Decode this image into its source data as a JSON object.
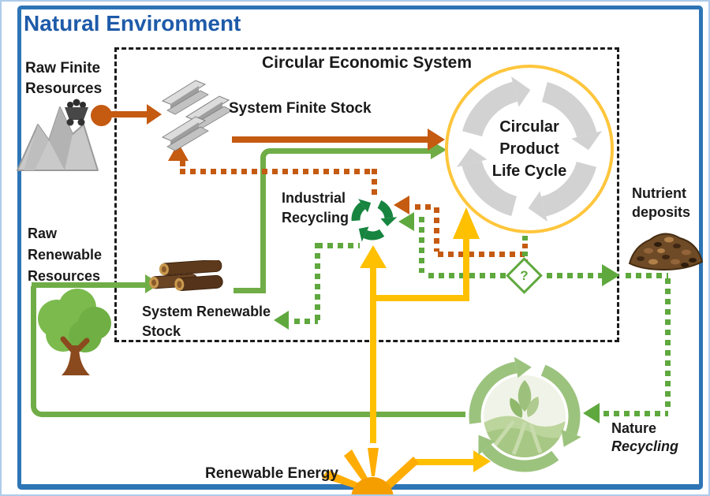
{
  "title": "Natural Environment",
  "system_box": {
    "title": "Circular Economic System"
  },
  "nodes": {
    "raw_finite": {
      "lines": [
        "Raw Finite",
        "Resources"
      ]
    },
    "system_finite": {
      "label": "System Finite Stock"
    },
    "product_cycle": {
      "lines": [
        "Circular",
        "Product",
        "Life Cycle"
      ]
    },
    "industrial_recycling": {
      "lines": [
        "Industrial",
        "Recycling"
      ]
    },
    "nutrient_deposits": {
      "lines": [
        "Nutrient",
        "deposits"
      ]
    },
    "raw_renewable": {
      "lines": [
        "Raw",
        "Renewable",
        "Resources"
      ]
    },
    "system_renewable": {
      "lines": [
        "System Renewable",
        "Stock"
      ]
    },
    "nature_recycling": {
      "lines": [
        "Nature",
        "Recycling"
      ]
    },
    "renewable_energy": {
      "label": "Renewable Energy"
    },
    "decision": {
      "label": "?"
    }
  },
  "icons": {
    "mountain": "mountain-with-mine-cart-icon",
    "steel_beams": "steel-beams-icon",
    "recycling": "recycling-arrows-icon",
    "logs": "wood-logs-icon",
    "tree": "tree-icon",
    "nutrients": "nutrient-pile-icon",
    "sun": "sun-icon",
    "product_ring": "circular-arrows-ring-icon",
    "nature_ring": "nature-cycle-ring-icon"
  },
  "colors": {
    "finite_flow": "#C55A11",
    "renewable_flow": "#70AD47",
    "renewable_dotted": "#5FA83E",
    "energy_flow": "#FFC000",
    "frame_blue": "#2E75B6",
    "title_blue": "#1E5AA9",
    "recycle_green": "#17843F",
    "cycle_ring_gray": "#D2D2D2",
    "cycle_ring_gold": "#FFC63C",
    "nature_ring_green": "#9CC37E",
    "box_dash": "#1B1B1B"
  },
  "flows": [
    {
      "from": "raw_finite",
      "to": "system_finite",
      "style": "solid",
      "color": "orange"
    },
    {
      "from": "system_finite",
      "to": "product_cycle",
      "style": "solid",
      "color": "orange"
    },
    {
      "from": "product_cycle",
      "to": "industrial_recycling",
      "style": "dotted",
      "color": "orange"
    },
    {
      "from": "industrial_recycling",
      "to": "system_finite",
      "style": "dotted",
      "color": "orange"
    },
    {
      "from": "raw_renewable",
      "to": "system_renewable",
      "style": "solid",
      "color": "green"
    },
    {
      "from": "system_renewable",
      "to": "product_cycle",
      "style": "solid",
      "color": "green"
    },
    {
      "from": "product_cycle",
      "to": "decision",
      "style": "dotted",
      "color": "green-orange"
    },
    {
      "from": "decision",
      "to": "industrial_recycling",
      "style": "dotted",
      "color": "green"
    },
    {
      "from": "decision",
      "to": "nutrient_deposits",
      "style": "dotted",
      "color": "green"
    },
    {
      "from": "nutrient_deposits",
      "to": "nature_recycling",
      "style": "dotted",
      "color": "green"
    },
    {
      "from": "industrial_recycling",
      "to": "system_renewable",
      "style": "dotted",
      "color": "green"
    },
    {
      "from": "nature_recycling",
      "to": "raw_renewable",
      "style": "solid",
      "color": "green"
    },
    {
      "from": "renewable_energy",
      "to": "industrial_recycling",
      "style": "solid",
      "color": "yellow"
    },
    {
      "from": "renewable_energy",
      "to": "product_cycle",
      "style": "solid",
      "color": "yellow"
    },
    {
      "from": "renewable_energy",
      "to": "nature_recycling",
      "style": "solid",
      "color": "yellow"
    }
  ]
}
